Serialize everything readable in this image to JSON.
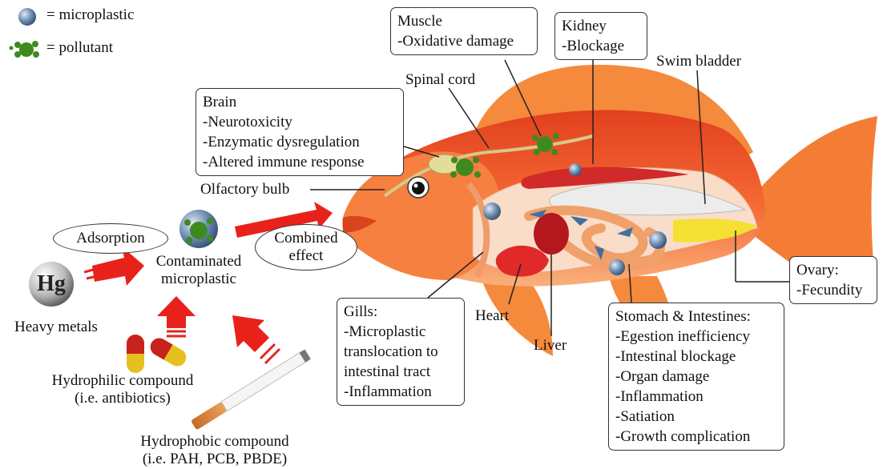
{
  "legend": {
    "microplastic": "= microplastic",
    "pollutant": "= pollutant"
  },
  "sources": {
    "heavy_metals_symbol": "Hg",
    "heavy_metals": "Heavy metals",
    "hydrophilic": [
      "Hydrophilic compound",
      "(i.e. antibiotics)"
    ],
    "hydrophobic": [
      "Hydrophobic compound",
      "(i.e. PAH, PCB, PBDE)"
    ],
    "adsorption": "Adsorption",
    "contaminated": [
      "Contaminated",
      "microplastic"
    ],
    "combined_effect": [
      "Combined",
      "effect"
    ]
  },
  "organs": {
    "brain": [
      "Brain",
      "-Neurotoxicity",
      "-Enzymatic dysregulation",
      "-Altered immune response"
    ],
    "muscle": [
      "Muscle",
      "-Oxidative damage"
    ],
    "kidney": [
      "Kidney",
      "-Blockage"
    ],
    "spinal_cord": "Spinal cord",
    "swim_bladder": "Swim bladder",
    "olfactory_bulb": "Olfactory bulb",
    "gills": [
      "Gills:",
      "-Microplastic",
      "translocation to",
      "intestinal tract",
      "-Inflammation"
    ],
    "heart": "Heart",
    "liver": "Liver",
    "stomach": [
      "Stomach & Intestines:",
      "-Egestion inefficiency",
      "-Intestinal blockage",
      "-Organ damage",
      "-Inflammation",
      "-Satiation",
      "-Growth complication"
    ],
    "ovary": [
      "Ovary:",
      "-Fecundity"
    ]
  },
  "colors": {
    "fish_body": "#f2552a",
    "fish_belly": "#f7a777",
    "fin": "#f58a3c",
    "arrow": "#e8221b",
    "microplastic": "#5b7fa6",
    "pollutant": "#3f8a1f"
  }
}
